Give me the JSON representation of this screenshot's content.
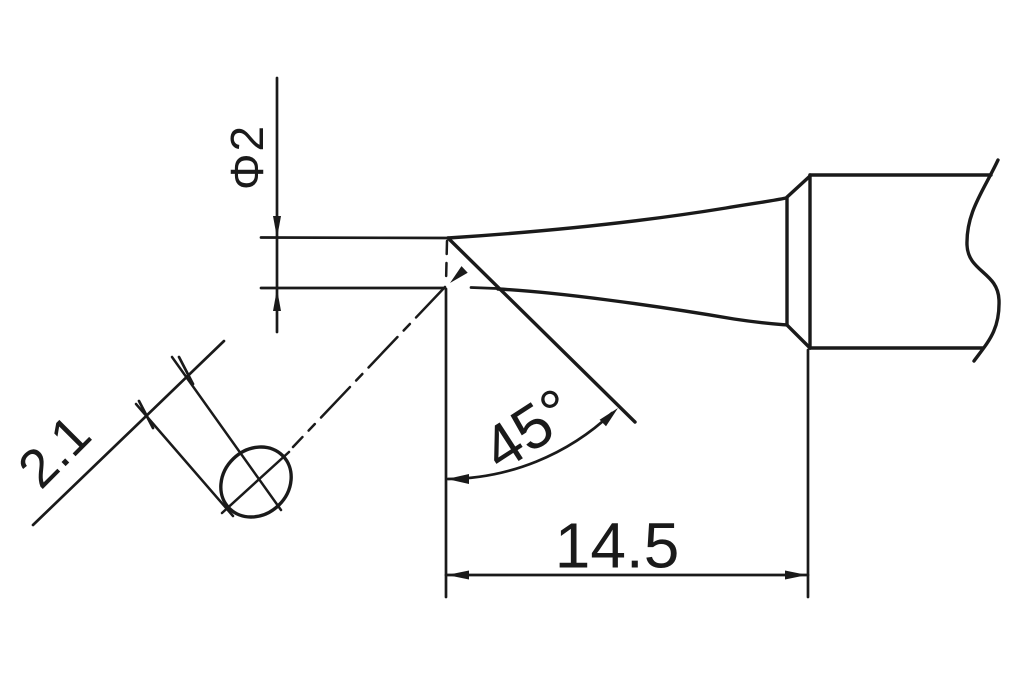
{
  "figure": {
    "kind": "technical-dimension-drawing",
    "subject": "bevel-cut soldering tip, side view with bevel face detail"
  },
  "annotations": {
    "diameter_label": "Φ2",
    "bevel_width_label": "2.1",
    "angle_label": "45°",
    "length_label": "14.5"
  },
  "colors": {
    "line": "#1a1a1a",
    "background": "#ffffff"
  }
}
